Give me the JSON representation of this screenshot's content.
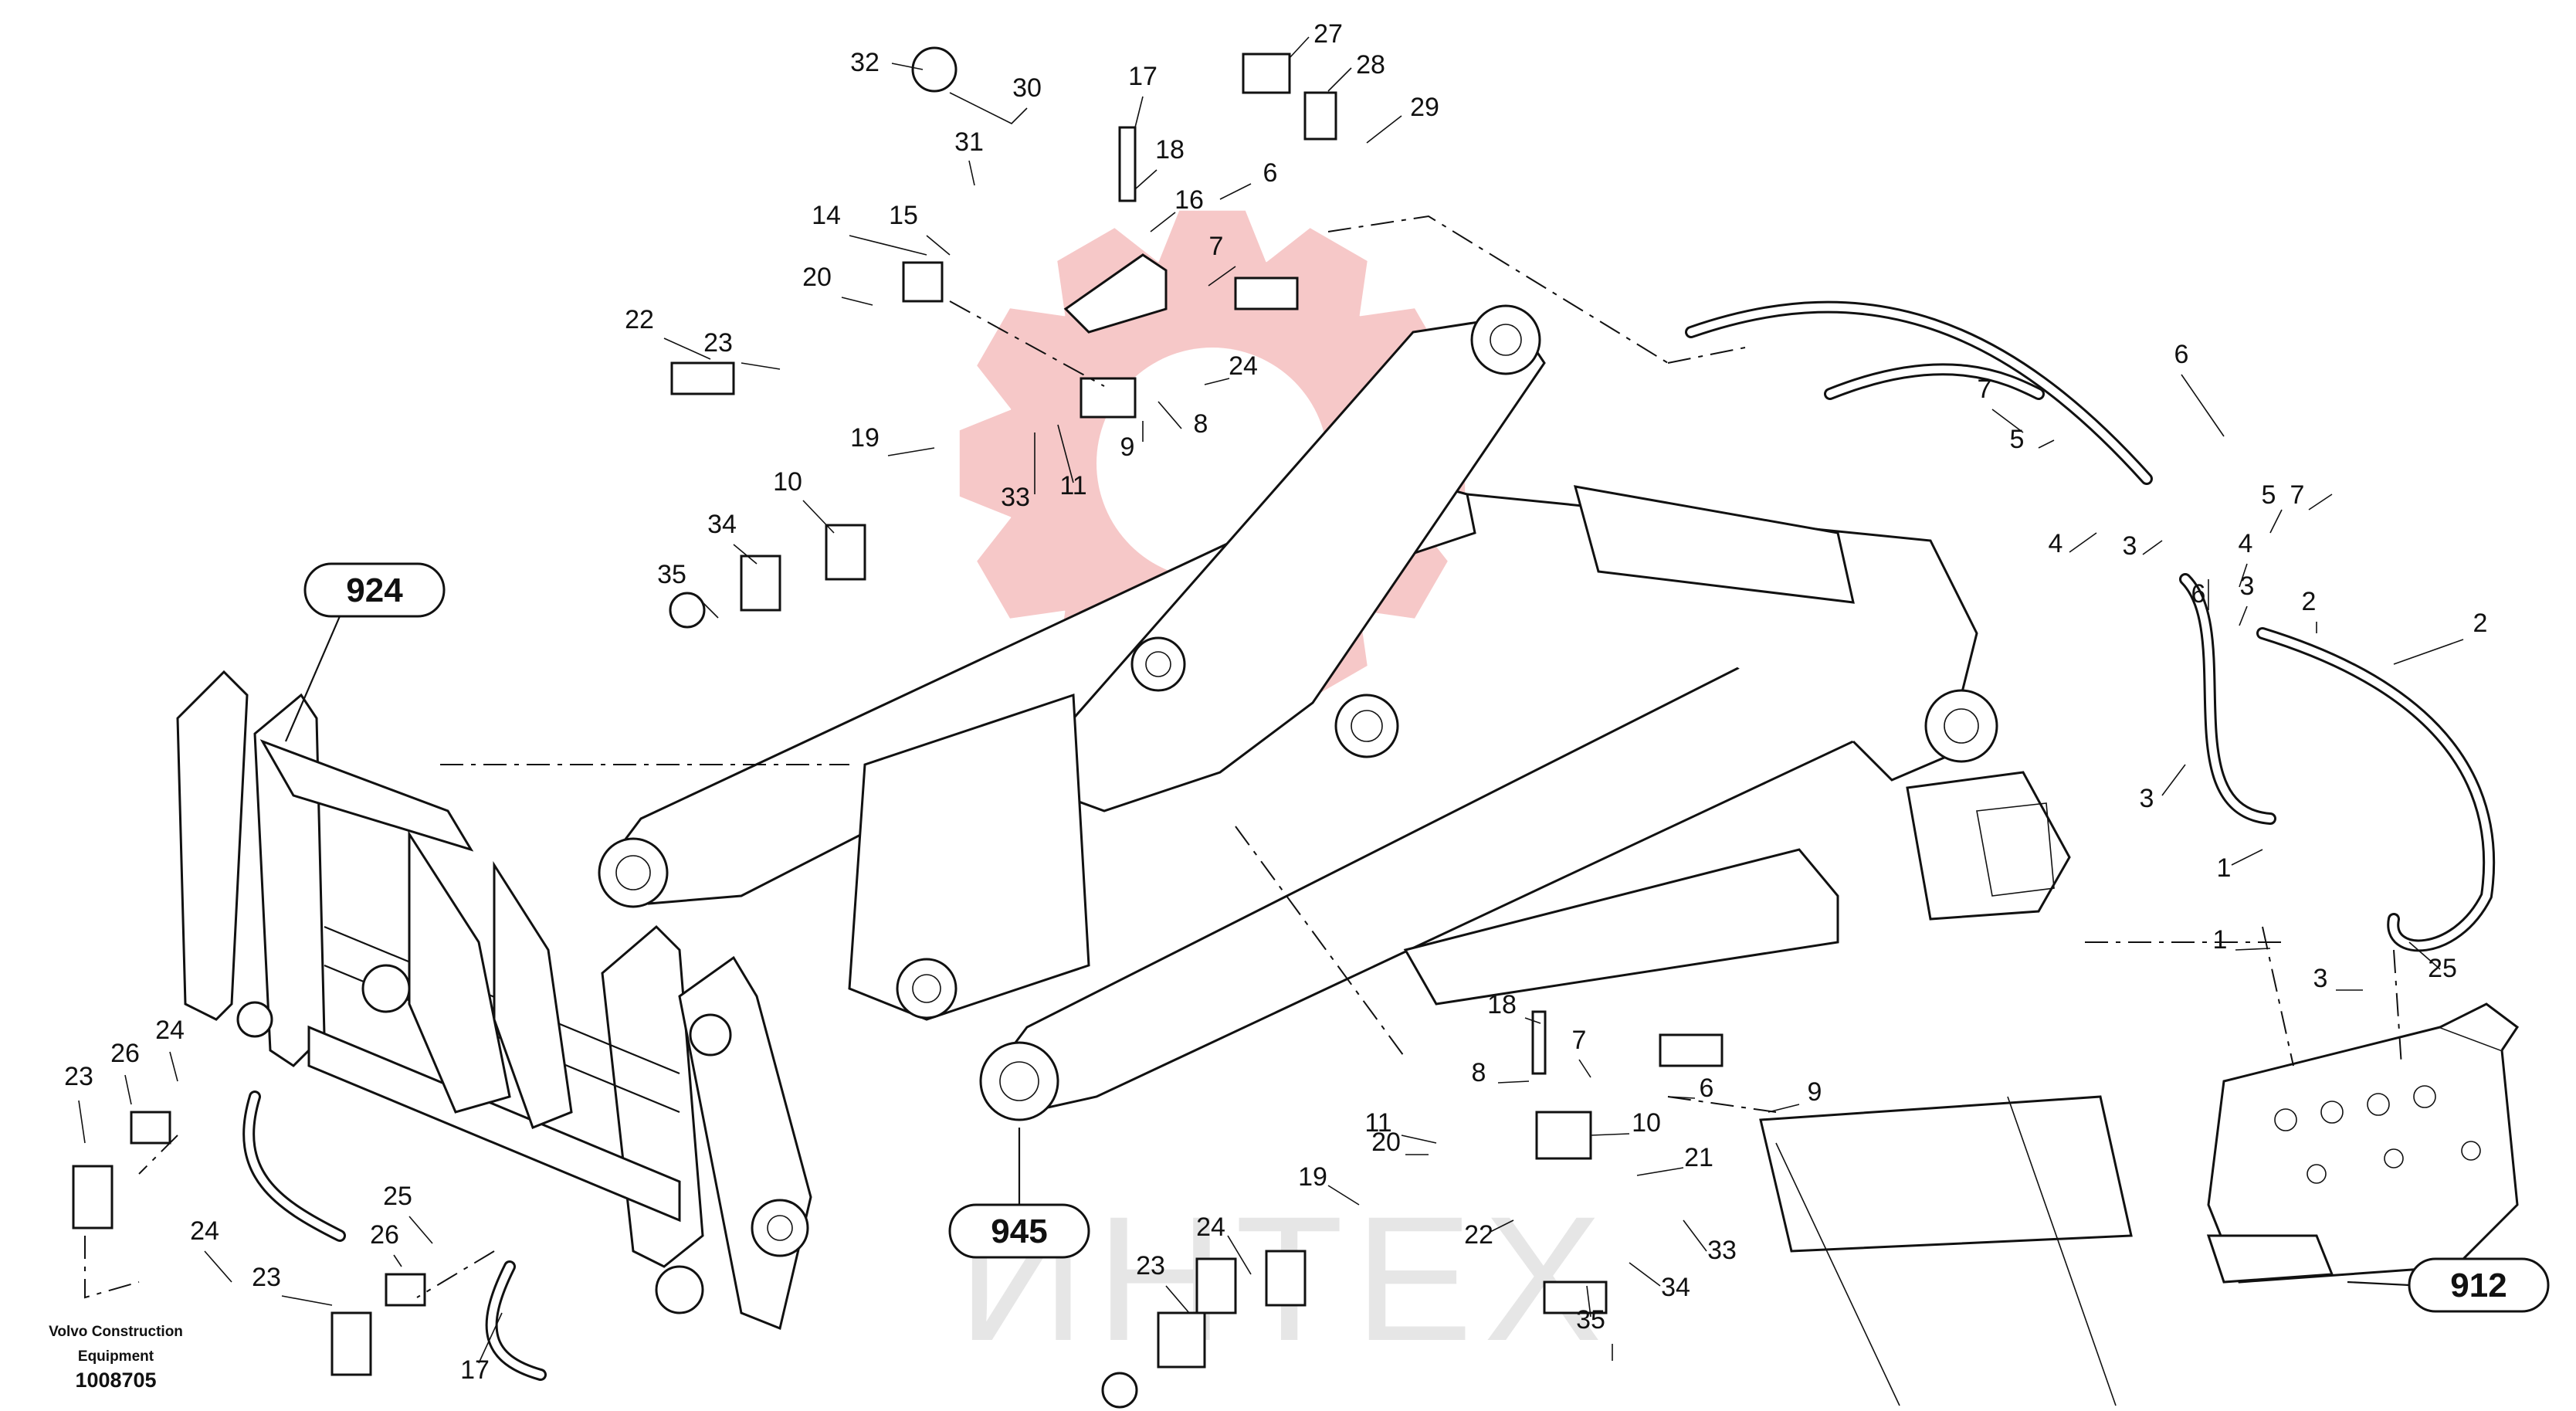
{
  "diagram": {
    "watermark_text": "ИНТЕХ",
    "colors": {
      "line": "#111111",
      "watermark_red": "#f6c8c8",
      "watermark_gray": "#e6e6e6",
      "background": "#ffffff"
    },
    "reference_labels": [
      "924",
      "945",
      "912"
    ],
    "part_callouts": [
      "32",
      "30",
      "31",
      "17",
      "18",
      "27",
      "28",
      "29",
      "16",
      "6",
      "14",
      "15",
      "20",
      "7",
      "22",
      "23",
      "24",
      "8",
      "9",
      "19",
      "33",
      "11",
      "10",
      "34",
      "35",
      "6",
      "7",
      "5",
      "4",
      "3",
      "6",
      "7",
      "5",
      "4",
      "3",
      "2",
      "2",
      "3",
      "1",
      "1",
      "3",
      "25",
      "26",
      "24",
      "23",
      "24",
      "25",
      "26",
      "23",
      "17",
      "18",
      "8",
      "7",
      "6",
      "9",
      "10",
      "11",
      "20",
      "21",
      "33",
      "19",
      "22",
      "34",
      "24",
      "35",
      "23"
    ],
    "caption": {
      "line1": "Volvo Construction",
      "line2": "Equipment",
      "number": "1008705"
    }
  }
}
